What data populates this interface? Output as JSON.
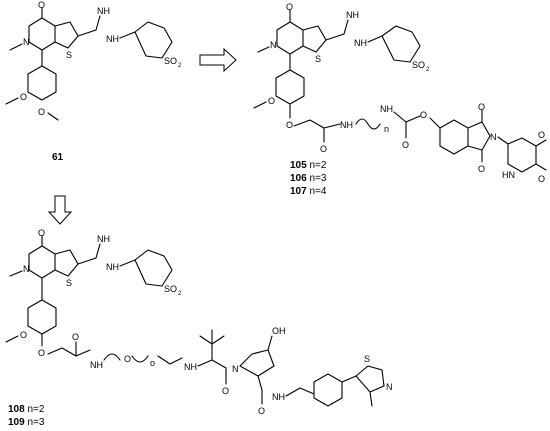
{
  "compounds": {
    "c61": {
      "label": "61"
    },
    "series_a": [
      {
        "id": "105",
        "n": "n=2"
      },
      {
        "id": "106",
        "n": "n=3"
      },
      {
        "id": "107",
        "n": "n=4"
      }
    ],
    "series_b": [
      {
        "id": "108",
        "n": "n=2"
      },
      {
        "id": "109",
        "n": "n=3"
      }
    ]
  },
  "atoms": {
    "O": "O",
    "N": "N",
    "S": "S",
    "NH": "NH",
    "HN": "HN",
    "SO2": "SO",
    "sub2": "2",
    "OH": "OH",
    "n": "n",
    "o": "o"
  }
}
